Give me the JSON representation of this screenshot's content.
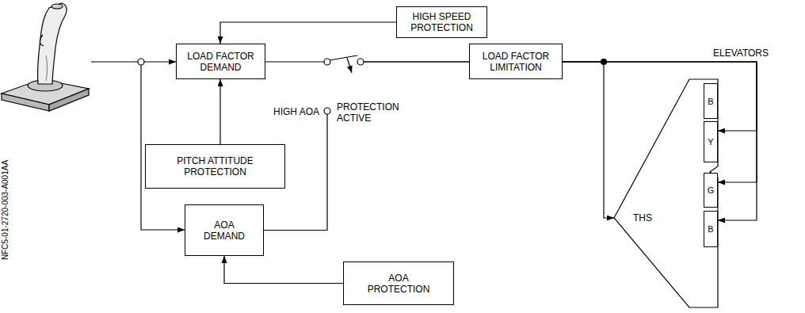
{
  "diagram": {
    "nodes": [
      {
        "text": [
          "HIGH SPEED PROTECTION"
        ]
      },
      {
        "text": [
          "LOAD FACTOR DEMAND"
        ]
      },
      {
        "text": [
          "LOAD FACTOR LIMITATION"
        ]
      },
      {
        "text": [
          "PITCH ATTITUDE PROTECTION"
        ]
      },
      {
        "text": [
          "AOA DEMAND"
        ]
      },
      {
        "text": [
          "AOA PROTECTION"
        ]
      },
      {
        "text": [
          "THS"
        ]
      },
      {
        "text": [
          "B"
        ],
        "in": 6
      },
      {
        "text": [
          "Y"
        ],
        "in": 6
      },
      {
        "text": [
          "G"
        ],
        "in": 6
      },
      {
        "text": [
          "B"
        ],
        "in": 6
      }
    ],
    "edges": [
      {
        "from": 0,
        "to": 1,
        "arrow": "to"
      },
      {
        "from": 3,
        "to": 1,
        "arrow": "to"
      },
      {
        "from": 1,
        "to": 2,
        "arrow": "none"
      },
      {
        "from": 4,
        "to": 2,
        "arrow": "none"
      },
      {
        "from": 5,
        "to": 4,
        "arrow": "to"
      },
      {
        "from": 2,
        "to": 6,
        "arrow": "to"
      },
      {
        "from": 2,
        "to": 8,
        "arrow": "to"
      },
      {
        "from": 2,
        "to": 9,
        "arrow": "to"
      },
      {
        "from": 2,
        "to": 10,
        "arrow": "to"
      }
    ],
    "labels": [
      "HIGH AOA",
      "PROTECTION ACTIVE",
      "ELEVATORS",
      "NFC5-01-2720-003-A001AA"
    ]
  }
}
